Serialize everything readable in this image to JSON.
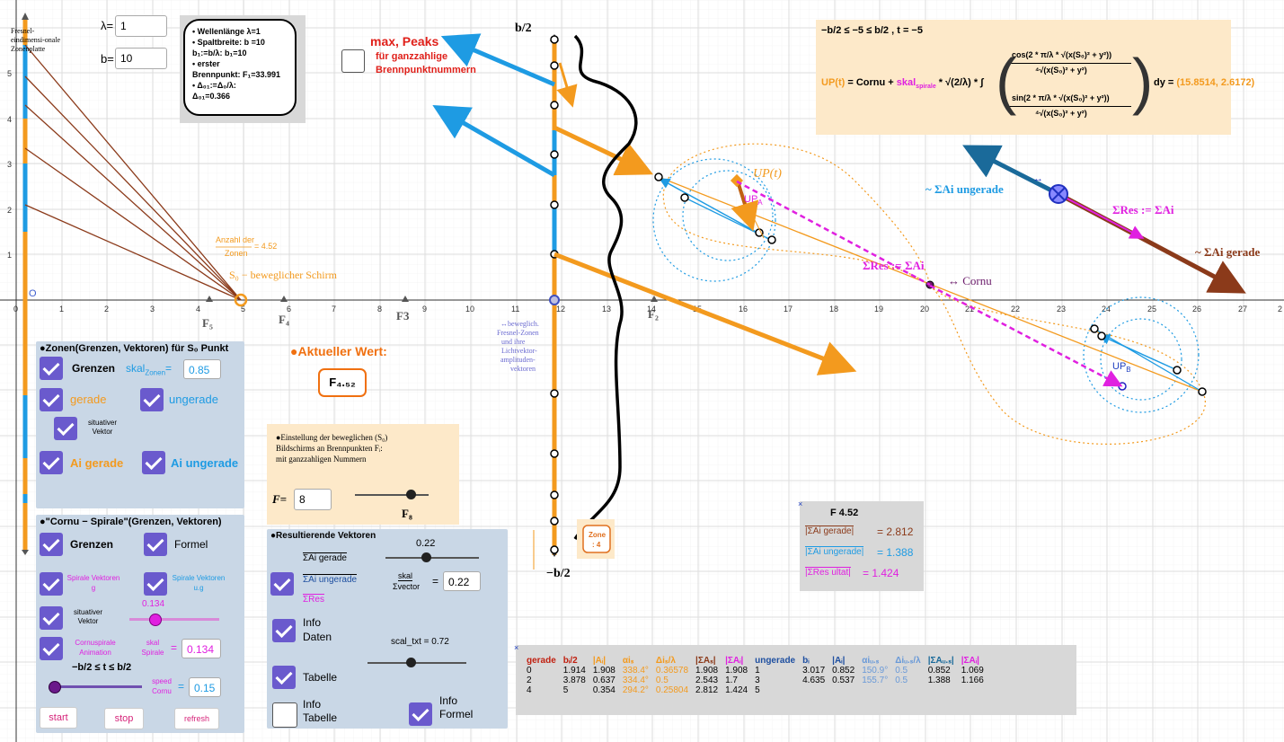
{
  "inputs": {
    "lambda_label": "λ=",
    "lambda_value": "1",
    "b_label": "b=",
    "b_value": "10",
    "F_label": "F=",
    "F_value": "8",
    "skal_zonen_value": "0.85",
    "skal_sigma_value": "0.22",
    "skal_spirale_value": "0.134",
    "speed_value": "0.15"
  },
  "info_box": {
    "l1": "• Wellenlänge λ=1",
    "l2": "• Spaltbreite: b =10",
    "l3": "b₁:=b/λ:      b₁=10",
    "l4": "• erster",
    "l5": "Brennpunkt:  F₁=33.991",
    "l6": "• Δ₀₁:=Δ₀/λ:",
    "l7": "Δ₀₁=0.366"
  },
  "titles": {
    "fresnel": "Fresnel-eindimensi-onale Zonenplatte",
    "max_peaks": "max,  Peaks",
    "ganzzahlig": "für ganzzahlige",
    "brennpunkt": "Brennpunktnummern",
    "b_half": "b/2",
    "minus_b_half": "−b/2",
    "anzahl_zonen": "Anzahl der Zonen",
    "anzahl_value": "= 4.52",
    "schirm": "S₀ − beweglicher Schirm",
    "aktueller": "●Aktueller  Wert:",
    "aktueller_value": "F₄.₅₂",
    "beweglich_note": "↔beweglich. Fresnel-Zonen und ihre Lichtvektor-amplituden-vektoren",
    "zone_box": "Zone : 4",
    "cornu": "↔ Cornu",
    "up_t": "UP(t)",
    "up_a": "UP_A",
    "up_b": "UP_B",
    "sum_ung": "~ ΣAi ungerade",
    "sum_ger": "~ ΣAi gerade",
    "sum_res": "ΣRes := ΣAi",
    "sum_res2": "ΣRes := ΣAi",
    "f5": "F₅",
    "f4": "F₄",
    "f3": "F3",
    "f2": "F₂"
  },
  "formula": {
    "condition": "−b/2 ≤ −5 ≤ b/2 , t = −5",
    "lhs": "UP(t) = Cornu + skal",
    "sub": "spirale",
    "mid": "* √(2/λ) * ∫₀^−5",
    "num1": "cos(2 * π/λ * √(x(S₀)² + y²))",
    "den": "⁴√(x(S₀)² + y²)",
    "num2": "sin(2 * π/λ * √(x(S₀)² + y²))",
    "rhs": "dy = ",
    "result": "(15.8514, 2.6172)"
  },
  "zonen_panel": {
    "title": "●Zonen(Grenzen, Vektoren) für S₀ Punkt",
    "grenzen": "Grenzen",
    "skal_label": "skal",
    "skal_sub": "Zonen",
    "gerade": "gerade",
    "ungerade": "ungerade",
    "situativ": "situativer Vektor",
    "ai_gerade": "Ai gerade",
    "ai_ungerade": "Ai ungerade"
  },
  "cornu_panel": {
    "title": "●\"Cornu − Spirale\"(Grenzen, Vektoren)",
    "grenzen": "Grenzen",
    "formel": "Formel",
    "spirale_vg": "Spirale Vektoren g",
    "spirale_vug": "Spirale Vektoren u.g",
    "situativ": "situativer Vektor",
    "slider_value": "0.134",
    "cornu_anim": "Cornuspirale Animation",
    "skal_spirale": "skal Spirale",
    "range": "−b/2 ≤ t ≤ b/2",
    "speed": "speed Cornu",
    "start": "start",
    "stop": "stop",
    "refresh": "refresh"
  },
  "einstellung": {
    "l1": "●Einstellung der beweglichen (S₀)",
    "l2": "Bildschirms an Brennpunkten Fᵢ:",
    "l3": "mit ganzzahligen Nummern",
    "f8": "F₈"
  },
  "resultierende": {
    "title": "●Resultierende  Vektoren",
    "sum_ger": "ΣAi gerade",
    "sum_ung": "ΣAi ungerade",
    "sum_res": "ΣRes",
    "slider_top": "0.22",
    "skal": "skal",
    "sigma_vector": "Σvector",
    "info_daten": "Info Daten",
    "scal_txt": "scal_txt = 0.72",
    "tabelle": "Tabelle",
    "info_tabelle": "Info Tabelle",
    "info_formel": "Info Formel"
  },
  "f_info": {
    "title": "F 4.52",
    "ger_label": "|ΣAi gerade|",
    "ger_val": "= 2.812",
    "ung_label": "|ΣAi ungerade|",
    "ung_val": "= 1.388",
    "res_label": "|ΣRes ultat|",
    "res_val": "= 1.424"
  },
  "table": {
    "headers": [
      "gerade",
      "bᵢ/2",
      "|Aᵢ|",
      "αiₛ",
      "Δiₛ/λ",
      "|ΣAₛ|",
      "|ΣAᵢ|",
      "ungerade",
      "bᵢ",
      "|Aᵢ|",
      "αiᵤ.ₛ",
      "Δiᵤ.ₛ/λ",
      "|ΣAᵤ.ₛ|",
      "|ΣAᵢ|"
    ],
    "rows": [
      [
        "0",
        "1.914",
        "1.908",
        "338.4°",
        "0.36578",
        "1.908",
        "1.908",
        "1",
        "3.017",
        "0.852",
        "150.9°",
        "0.5",
        "0.852",
        "1.069"
      ],
      [
        "2",
        "3.878",
        "0.637",
        "334.4°",
        "0.5",
        "2.543",
        "1.7",
        "3",
        "4.635",
        "0.537",
        "155.7°",
        "0.5",
        "1.388",
        "1.166"
      ],
      [
        "4",
        "5",
        "0.354",
        "294.2°",
        "0.25804",
        "2.812",
        "1.424",
        "5",
        "",
        "",
        "",
        "",
        "",
        ""
      ]
    ]
  },
  "axis": {
    "x_ticks": [
      "0",
      "1",
      "2",
      "3",
      "4",
      "5",
      "6",
      "7",
      "8",
      "9",
      "10",
      "11",
      "12",
      "13",
      "14",
      "15",
      "16",
      "17",
      "18",
      "19",
      "20",
      "21",
      "22",
      "23",
      "24",
      "25",
      "26",
      "27",
      "2"
    ],
    "y_ticks": [
      "1",
      "2",
      "3",
      "4",
      "5"
    ],
    "origin": "O"
  },
  "colors": {
    "orange": "#f39a1e",
    "blue": "#1e9be3",
    "brown": "#8b3a1a",
    "magenta": "#e020e0",
    "panel": "#c9d7e6",
    "cream": "#fde9c9",
    "purple": "#6a5acd"
  }
}
